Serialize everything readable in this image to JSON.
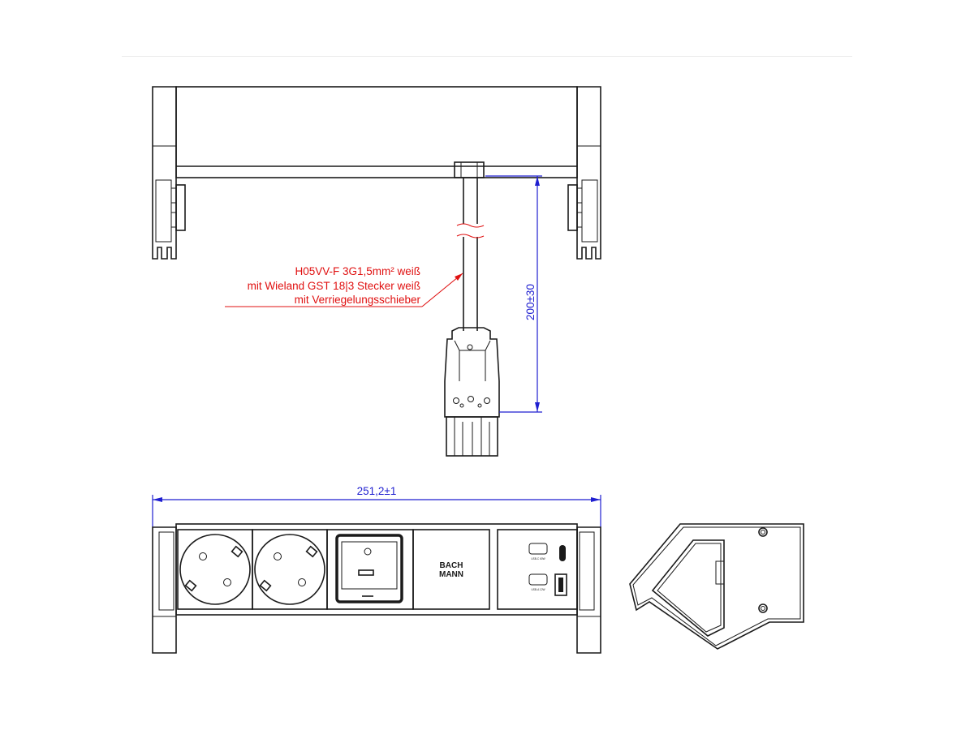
{
  "cable_note": {
    "line1": "H05VV-F 3G1,5mm² weiß",
    "line2": "mit Wieland GST 18|3 Stecker weiß",
    "line3": "mit Verriegelungsschieber"
  },
  "dimensions": {
    "cable_length": "200±30",
    "body_width": "251,2±1"
  },
  "front_panel": {
    "brand_line1": "BACH",
    "brand_line2": "MANN",
    "usb_c_label": "USB-C 60W",
    "usb_a_label": "USB-A 12W"
  },
  "colors": {
    "drawing_ink": "#1a1a1a",
    "annotation_red": "#e01010",
    "dimension_blue": "#1f1fd0"
  }
}
